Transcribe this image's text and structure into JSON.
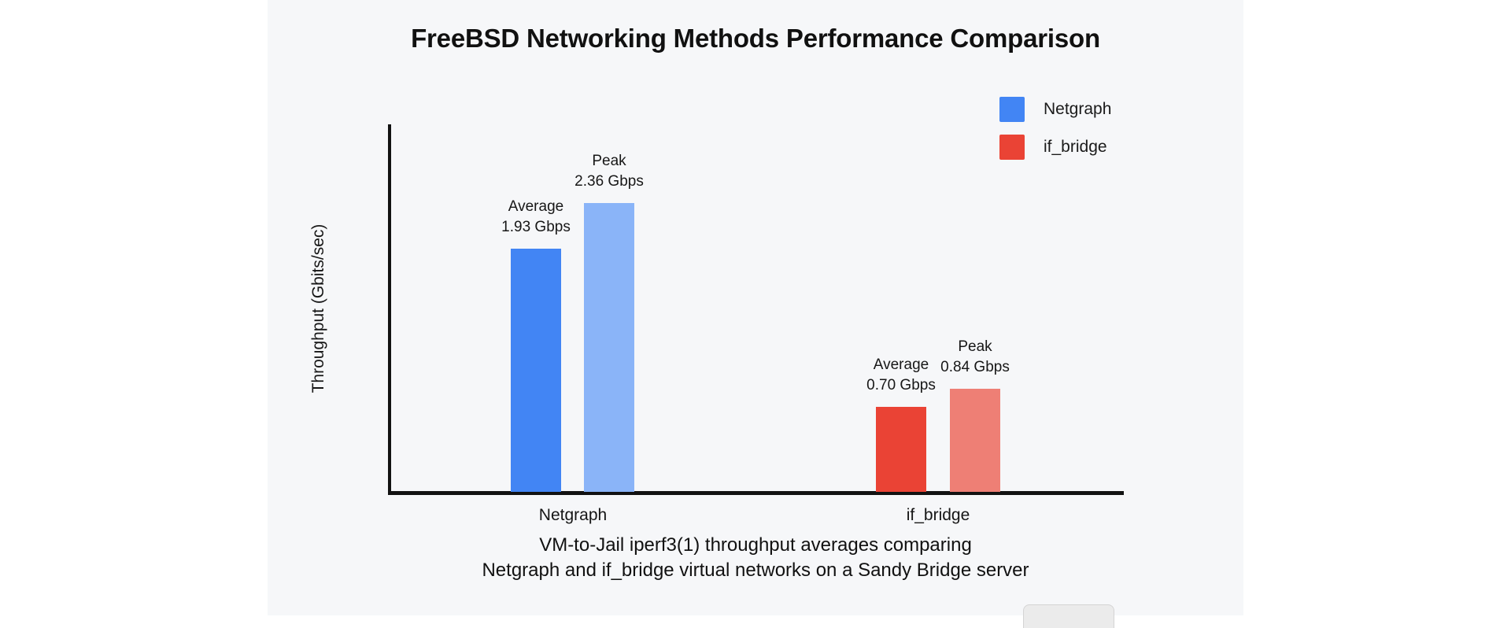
{
  "page": {
    "background": "#ffffff",
    "panel_background": "#f6f7f9"
  },
  "chart_data": {
    "type": "bar",
    "title": "FreeBSD Networking Methods Performance Comparison",
    "xlabel": "",
    "ylabel": "Throughput (Gbits/sec)",
    "ylim": [
      0,
      2.6
    ],
    "grid": false,
    "legend_position": "top-right",
    "categories": [
      "Netgraph",
      "if_bridge"
    ],
    "series": [
      {
        "name": "Average",
        "values": [
          1.93,
          0.7
        ]
      },
      {
        "name": "Peak",
        "values": [
          2.36,
          0.84
        ]
      }
    ],
    "bars": [
      {
        "category": "Netgraph",
        "metric": "Average",
        "value": 1.93,
        "value_label": "1.93 Gbps",
        "metric_label": "Average",
        "color": "#4285f4"
      },
      {
        "category": "Netgraph",
        "metric": "Peak",
        "value": 2.36,
        "value_label": "2.36 Gbps",
        "metric_label": "Peak",
        "color": "#8ab4f8"
      },
      {
        "category": "if_bridge",
        "metric": "Average",
        "value": 0.7,
        "value_label": "0.70 Gbps",
        "metric_label": "Average",
        "color": "#ea4335"
      },
      {
        "category": "if_bridge",
        "metric": "Peak",
        "value": 0.84,
        "value_label": "0.84 Gbps",
        "metric_label": "Peak",
        "color": "#ee7f75"
      }
    ],
    "legend": [
      {
        "label": "Netgraph",
        "color": "#4285f4"
      },
      {
        "label": "if_bridge",
        "color": "#ea4335"
      }
    ],
    "caption_lines": [
      "VM-to-Jail iperf3(1) throughput averages comparing",
      "Netgraph and if_bridge virtual networks on a Sandy Bridge server"
    ]
  },
  "axes": {
    "y_title": "Throughput (Gbits/sec)",
    "category_labels": [
      "Netgraph",
      "if_bridge"
    ]
  },
  "bottom_widget": {
    "label": ""
  }
}
